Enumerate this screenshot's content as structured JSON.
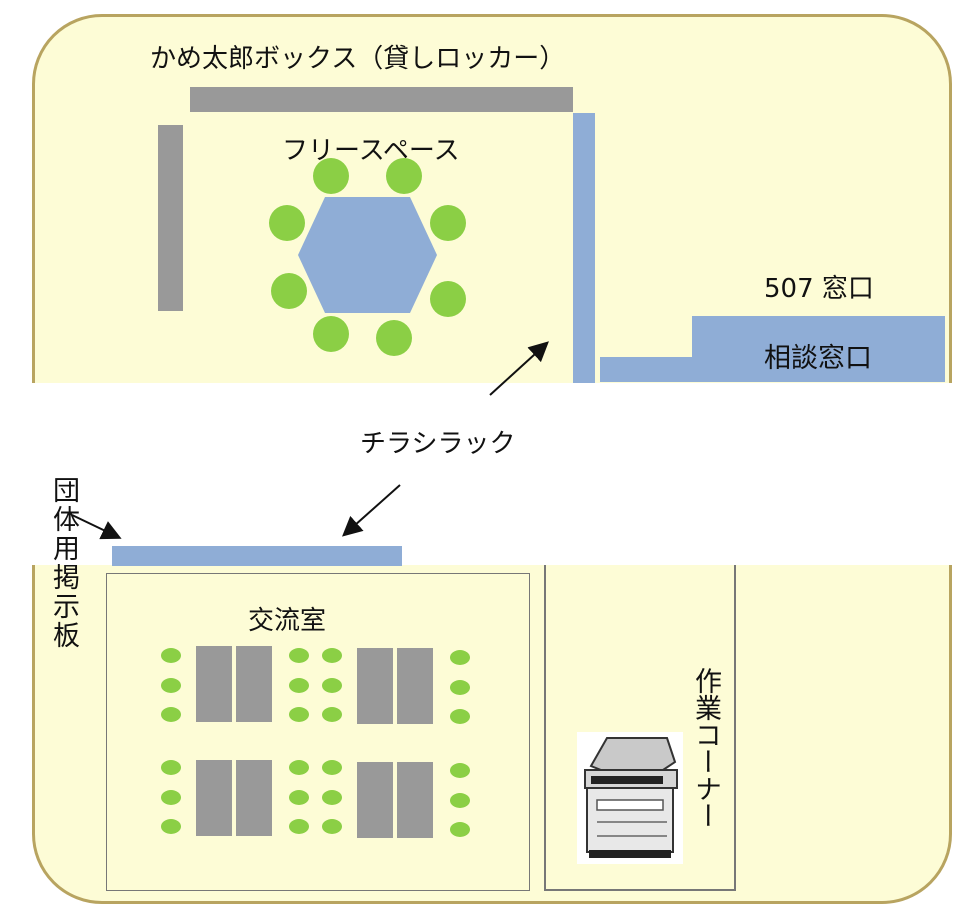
{
  "colors": {
    "floor": "#fdfcd6",
    "floor_border": "#b8a460",
    "gray_furniture": "#999999",
    "blue_furniture": "#8fadd6",
    "chair": "#8bcf45"
  },
  "labels": {
    "locker": "かめ太郎ボックス（貸しロッカー）",
    "free_space": "フリースペース",
    "room_507": "507 窓口",
    "consult_desk": "相談窓口",
    "flyer_rack": "チラシラック",
    "board": "団体用掲示板",
    "exchange_room": "交流室",
    "work_corner": "作業コーナー"
  },
  "icons": {
    "printer": "multifunction-printer-icon"
  }
}
